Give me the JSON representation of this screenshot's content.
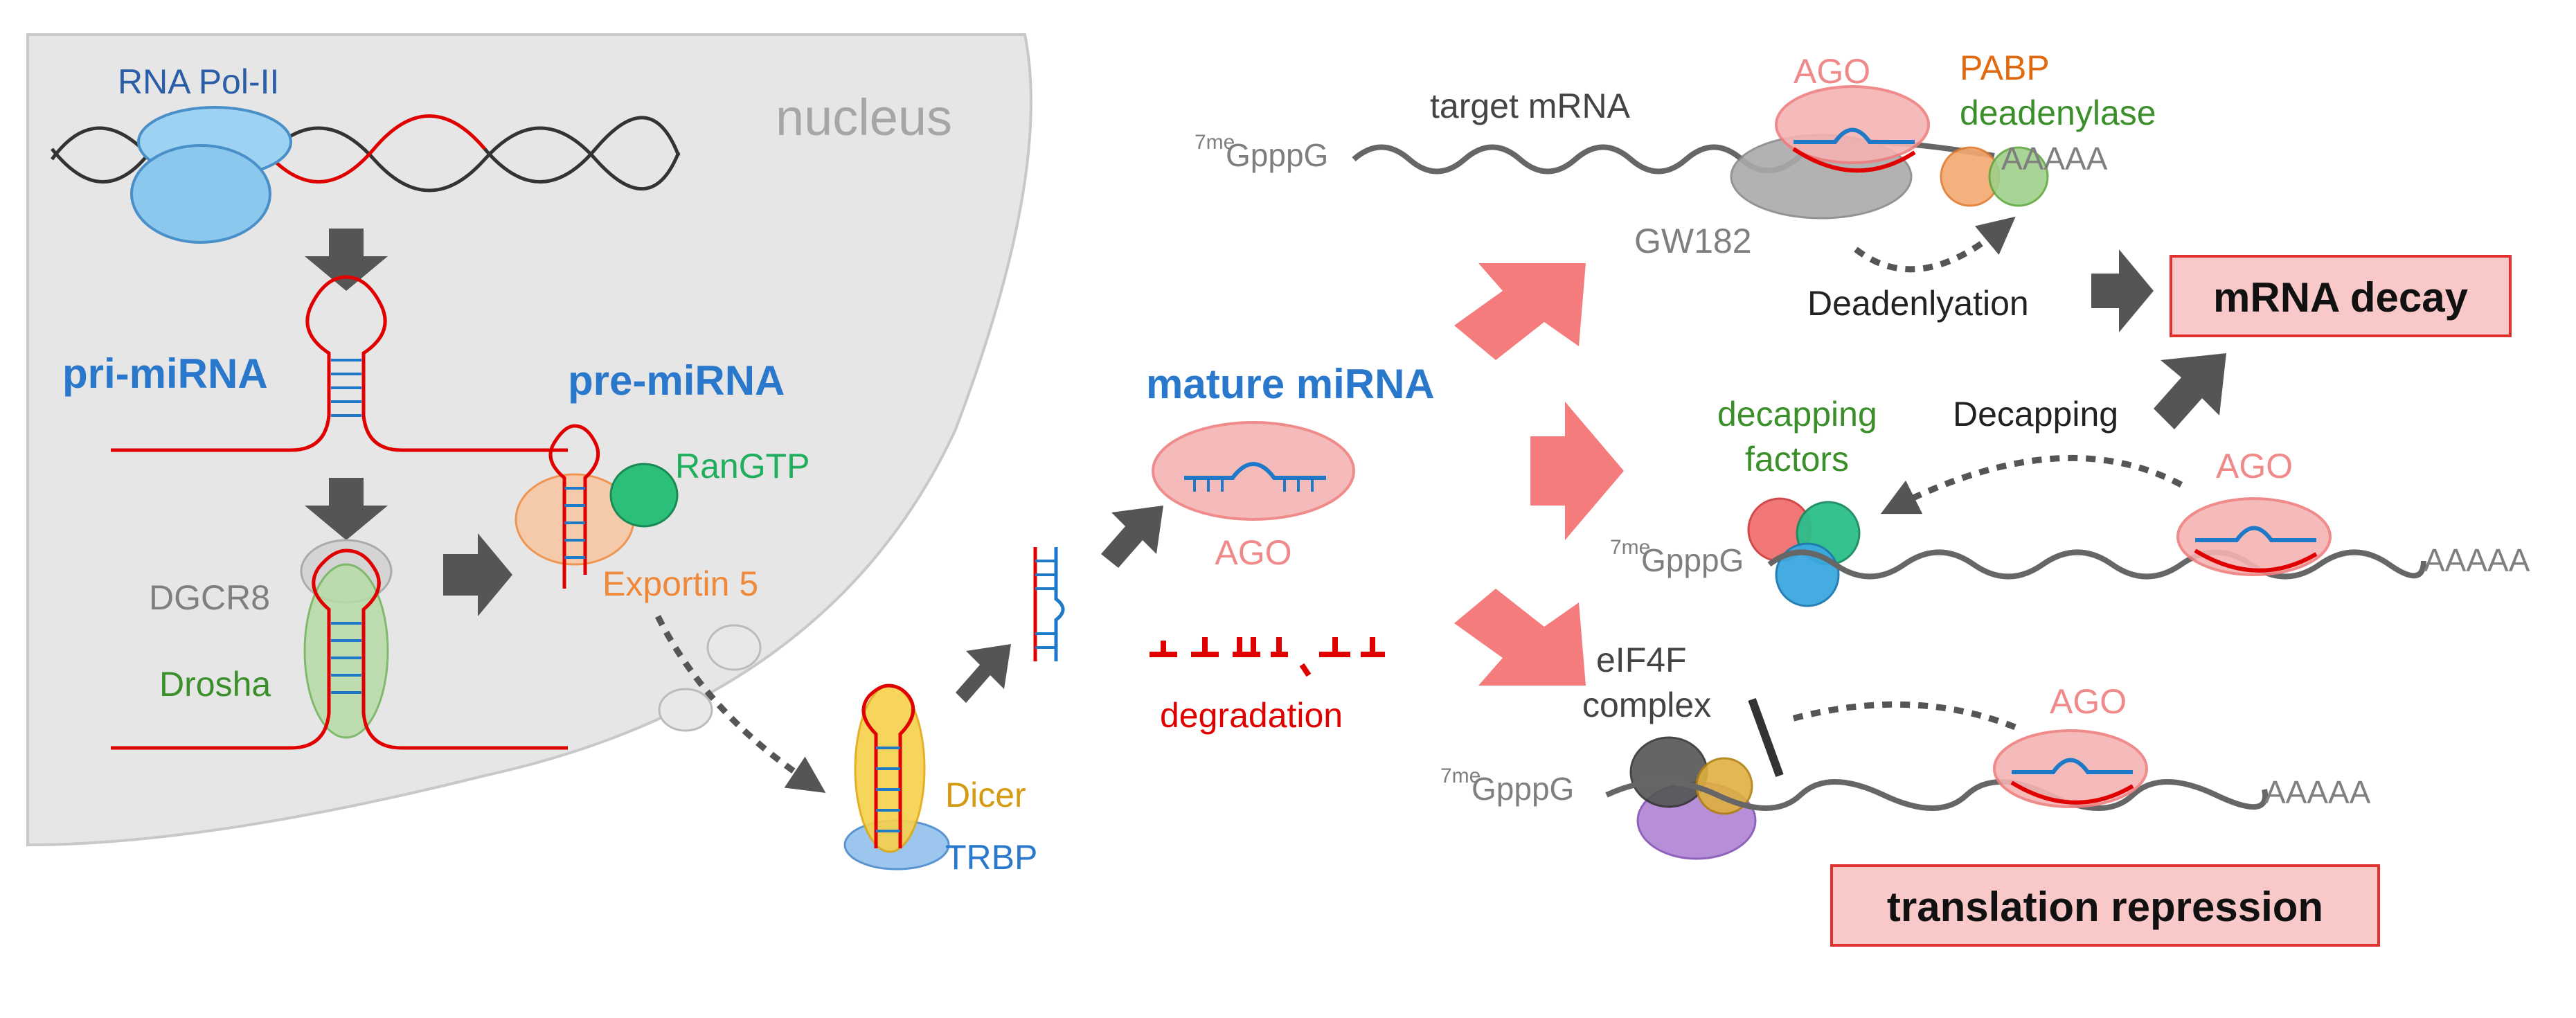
{
  "labels": {
    "rna_pol": "RNA Pol-II",
    "nucleus": "nucleus",
    "pri_mirna": "pri-miRNA",
    "pre_mirna": "pre-miRNA",
    "ranGTP": "RanGTP",
    "exportin": "Exportin 5",
    "dgcr8": "DGCR8",
    "drosha": "Drosha",
    "dicer": "Dicer",
    "trbp": "TRBP",
    "mature_mirna": "mature miRNA",
    "ago": "AGO",
    "degradation": "degradation",
    "target_mrna": "target mRNA",
    "cap_superscript": "7me",
    "cap_text": "GpppG",
    "polyA": "AAAAA",
    "pabp": "PABP",
    "deadenylase": "deadenylase",
    "gw182": "GW182",
    "deadenylation": "Deadenlyation",
    "mrna_decay": "mRNA decay",
    "decapping_factors_line1": "decapping",
    "decapping_factors_line2": "factors",
    "decapping": "Decapping",
    "eif4f_line1": "eIF4F",
    "eif4f_line2": "complex",
    "translation_repression": "translation repression"
  },
  "colors": {
    "nucleus_fill": "#e6e6e6",
    "rna_red": "#e00000",
    "mirna_blue": "#1e7ac8",
    "title_blue": "#2a78cc",
    "arrow_dark": "#555555",
    "pink_arrow": "#f47c7c",
    "ago_fill": "#f5b3b3",
    "green_text": "#3a8f2a",
    "orange_text": "#f0883a",
    "dicer_text": "#d49a10",
    "pabp_text": "#e06a10",
    "gray_text": "#7f7f7f",
    "outcome_box_fill": "#f9c9c9",
    "outcome_box_border": "#e03030"
  }
}
